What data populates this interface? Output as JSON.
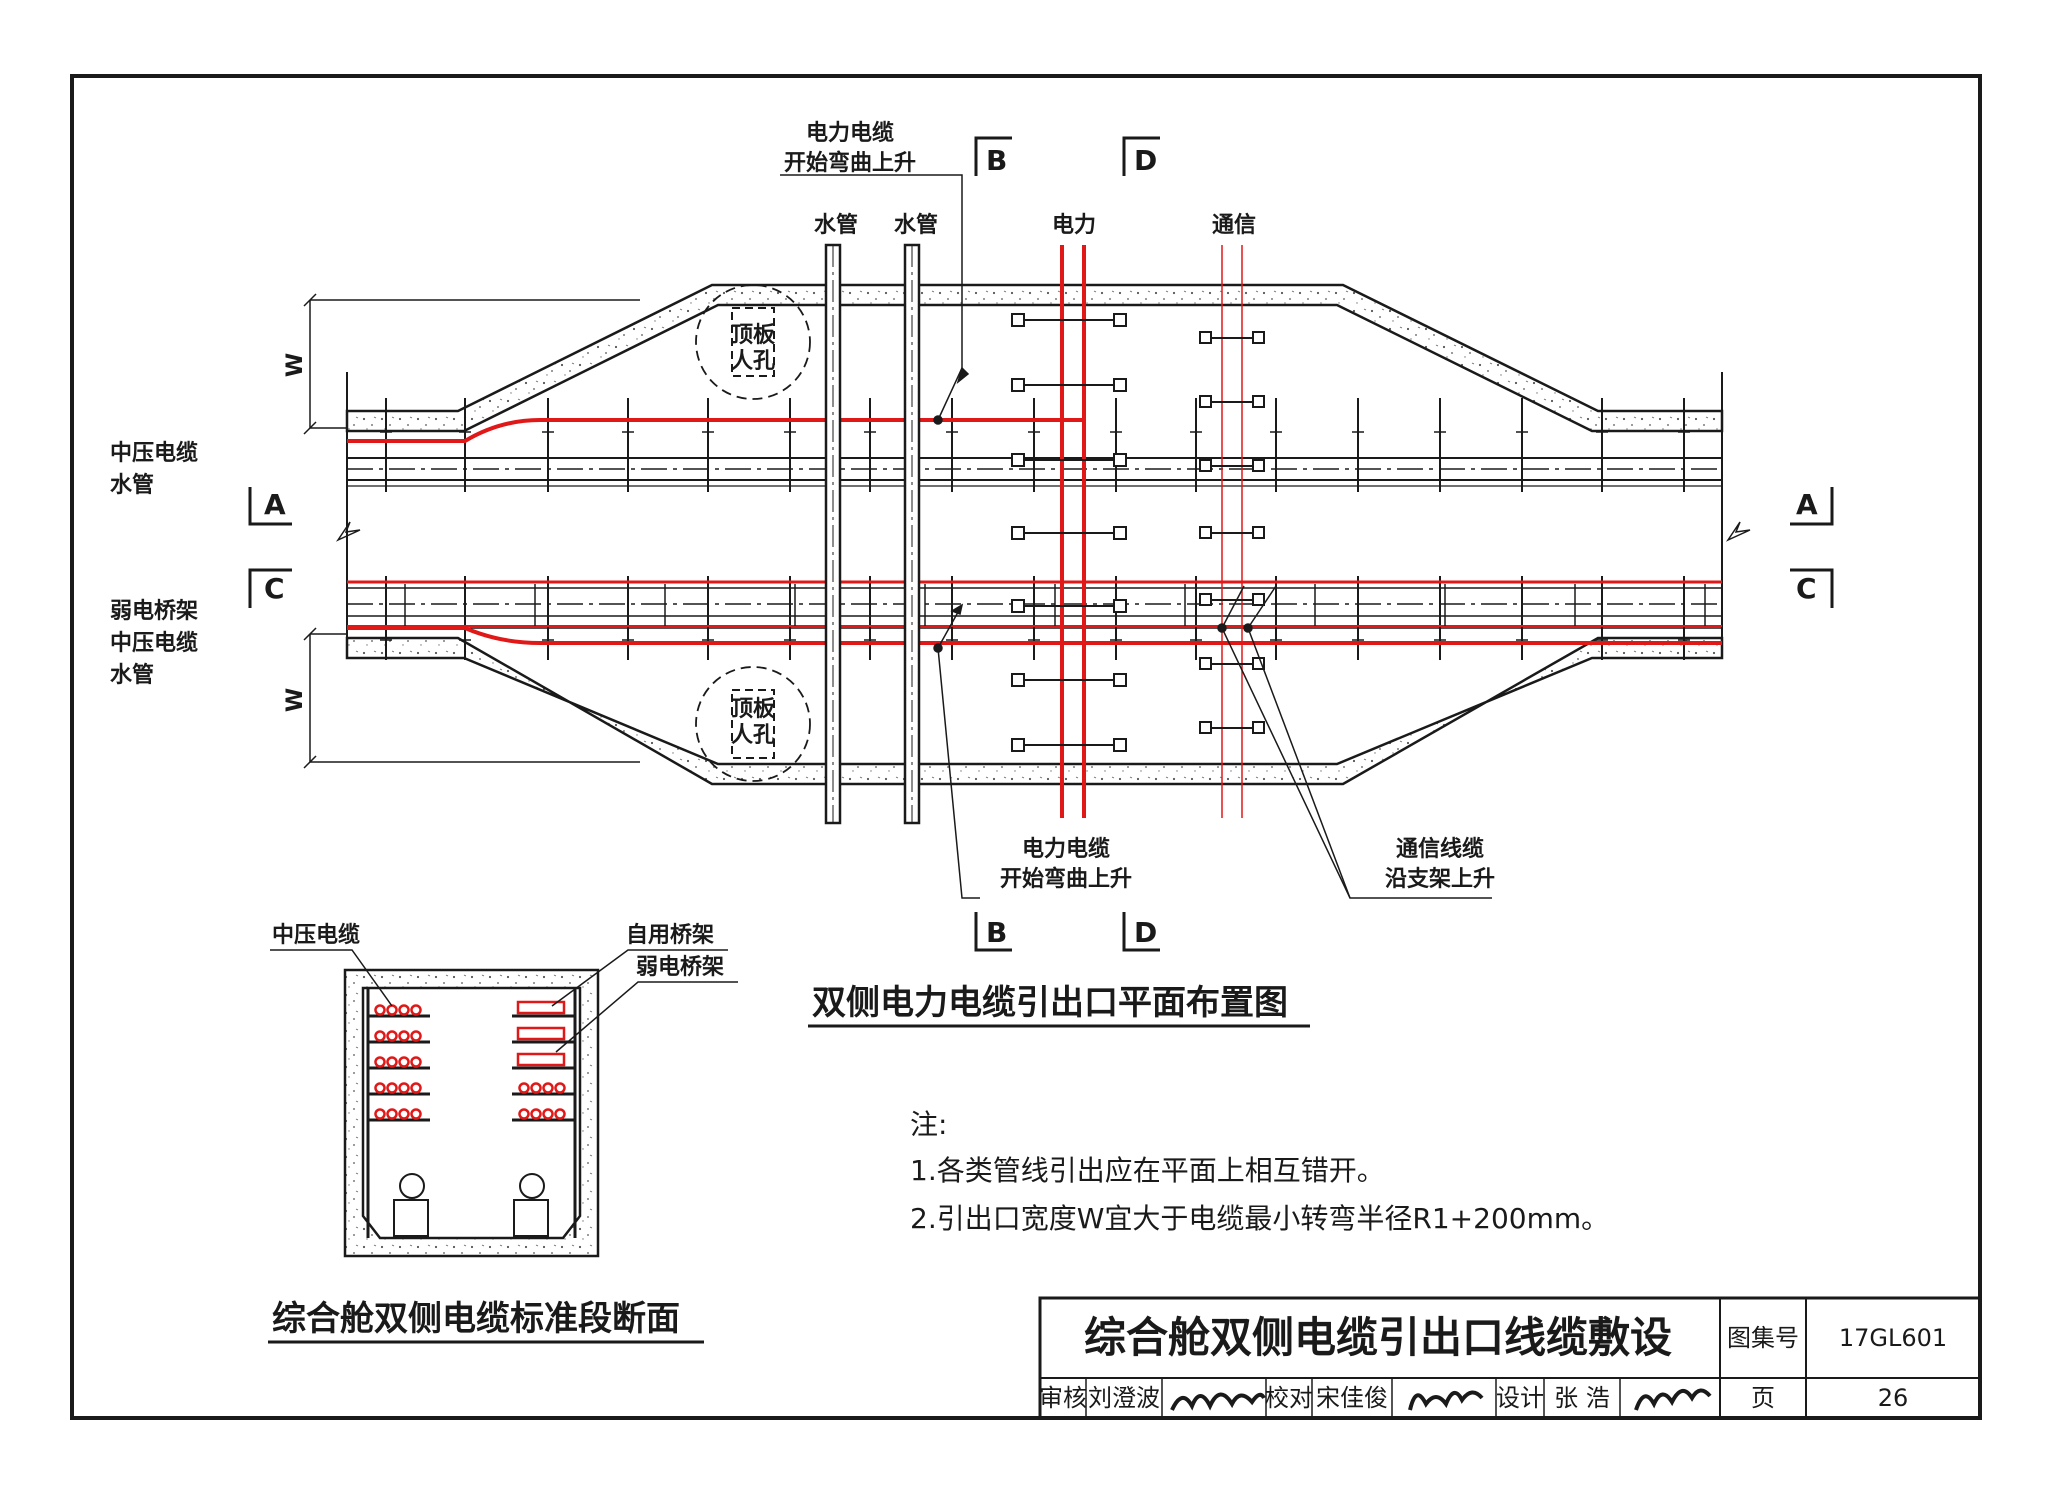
{
  "labels": {
    "left_upper_1": "中压电缆",
    "left_upper_2": "水管",
    "left_lower_1": "弱电桥架",
    "left_lower_2": "中压电缆",
    "left_lower_3": "水管",
    "pipe1": "水管",
    "pipe2": "水管",
    "power": "电力",
    "comm": "通信",
    "manhole_line1": "顶板",
    "manhole_line2": "人孔",
    "dim_w": "W"
  },
  "callouts": {
    "power_bend_top_1": "电力电缆",
    "power_bend_top_2": "开始弯曲上升",
    "power_bend_bottom_1": "电力电缆",
    "power_bend_bottom_2": "开始弯曲上升",
    "comm_rise_1": "通信线缆",
    "comm_rise_2": "沿支架上升"
  },
  "section_marks": {
    "a": "A",
    "b": "B",
    "c": "C",
    "d": "D"
  },
  "section_view": {
    "label_mv": "中压电缆",
    "label_self": "自用桥架",
    "label_weak": "弱电桥架",
    "caption": "综合舱双侧电缆标准段断面"
  },
  "plan_caption": "双侧电力电缆引出口平面布置图",
  "notes": {
    "heading": "注:",
    "items": [
      "1.各类管线引出应在平面上相互错开。",
      "2.引出口宽度W宜大于电缆最小转弯半径R1+200mm。"
    ]
  },
  "title_block": {
    "title": "综合舱双侧电缆引出口线缆敷设",
    "atlas_label": "图集号",
    "atlas_no": "17GL601",
    "page_label": "页",
    "page_no": "26",
    "review_label": "审核",
    "review_name": "刘澄波",
    "check_label": "校对",
    "check_name": "宋佳俊",
    "design_label": "设计",
    "design_name": "张 浩"
  },
  "colors": {
    "line": "#1a1a1a",
    "cable": "#e01818"
  }
}
